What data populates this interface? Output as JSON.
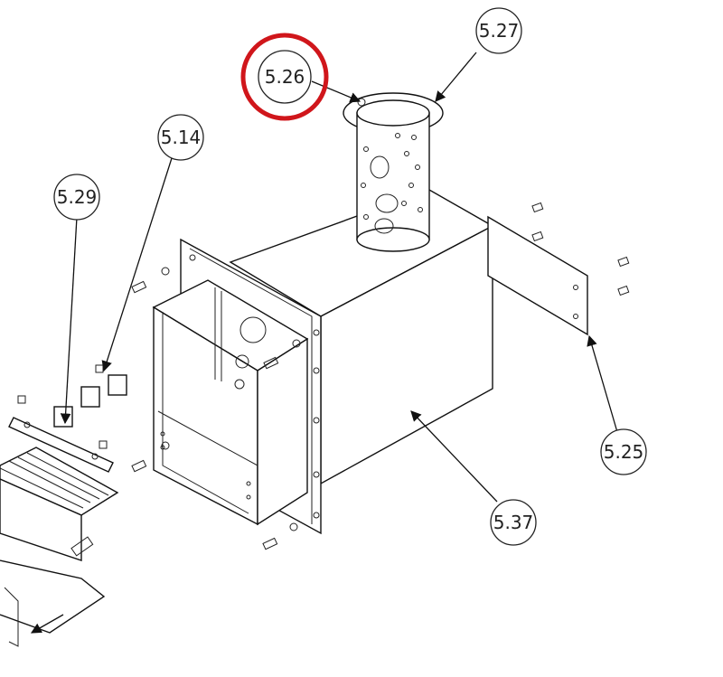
{
  "callouts": [
    {
      "id": "5.27",
      "label": "5.27"
    },
    {
      "id": "5.26",
      "label": "5.26",
      "highlighted": true
    },
    {
      "id": "5.14",
      "label": "5.14"
    },
    {
      "id": "5.29",
      "label": "5.29"
    },
    {
      "id": "5.25",
      "label": "5.25"
    },
    {
      "id": "5.37",
      "label": "5.37"
    }
  ],
  "colors": {
    "highlight": "#d0161b",
    "line": "#111111",
    "background": "#ffffff"
  }
}
